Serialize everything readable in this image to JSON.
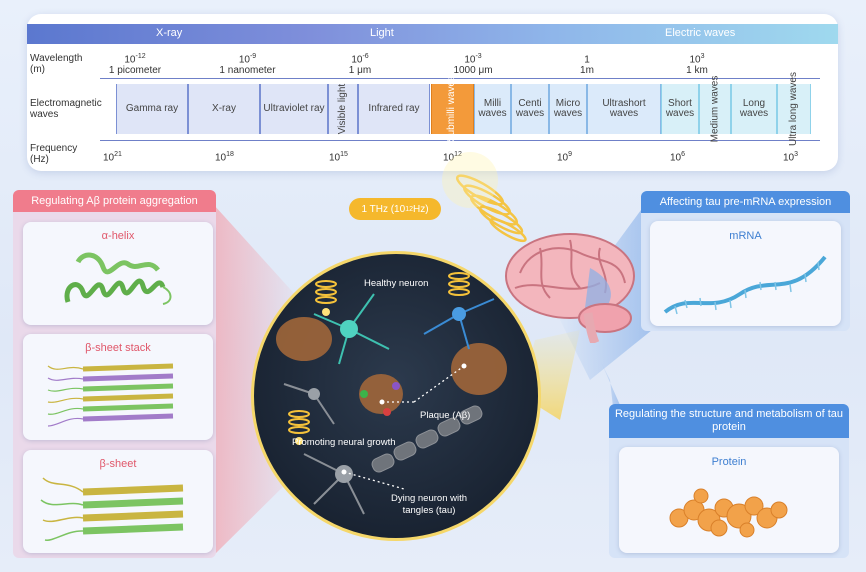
{
  "spectrum": {
    "bar": {
      "xray": "X-ray",
      "light": "Light",
      "electric": "Electric waves"
    },
    "wavelength_label": [
      "Wavelength",
      "(m)"
    ],
    "em_label": [
      "Electromagnetic",
      "waves"
    ],
    "frequency_label": [
      "Frequency",
      "(Hz)"
    ],
    "wavelength_ticks": [
      {
        "exp": "10",
        "sup": "-12",
        "name": "1 picometer"
      },
      {
        "exp": "10",
        "sup": "-9",
        "name": "1 nanometer"
      },
      {
        "exp": "10",
        "sup": "-6",
        "name": "1 μm"
      },
      {
        "exp": "10",
        "sup": "-3",
        "name": "1000 μm"
      },
      {
        "exp": "1",
        "sup": "",
        "name": "1m"
      },
      {
        "exp": "10",
        "sup": "3",
        "name": "1 km"
      }
    ],
    "bands": [
      "Gamma ray",
      "X-ray",
      "Ultraviolet ray",
      "Visible light",
      "Infrared ray",
      "Submilli waves",
      "Milli waves",
      "Centi waves",
      "Micro waves",
      "Ultrashort waves",
      "Short waves",
      "Medium waves",
      "Long waves",
      "Ultra long waves"
    ],
    "frequency_ticks": [
      {
        "base": "10",
        "sup": "21"
      },
      {
        "base": "10",
        "sup": "18"
      },
      {
        "base": "10",
        "sup": "15"
      },
      {
        "base": "10",
        "sup": "12"
      },
      {
        "base": "10",
        "sup": "9"
      },
      {
        "base": "10",
        "sup": "6"
      },
      {
        "base": "10",
        "sup": "3"
      }
    ]
  },
  "thz_badge": {
    "text": "1 THz (10",
    "sup": "12",
    "tail": "Hz)"
  },
  "left_panel": {
    "title": "Regulating Aβ protein aggregation",
    "cards": [
      "α-helix",
      "β-sheet stack",
      "β-sheet"
    ]
  },
  "right_panel_top": {
    "title": "Affecting tau pre-mRNA expression",
    "card": "mRNA"
  },
  "right_panel_bottom": {
    "title": "Regulating the structure and metabolism of tau protein",
    "card": "Protein"
  },
  "circle_labels": {
    "healthy": "Healthy neuron",
    "plaque": "Plaque (Aβ)",
    "growth": "Promoting neural growth",
    "dying": "Dying neuron with tangles (tau)"
  },
  "colors": {
    "accent_orange": "#f39a3a",
    "panel_red": "#f07c8c",
    "panel_blue": "#4f8fe0",
    "badge_yellow": "#f5b82c"
  }
}
